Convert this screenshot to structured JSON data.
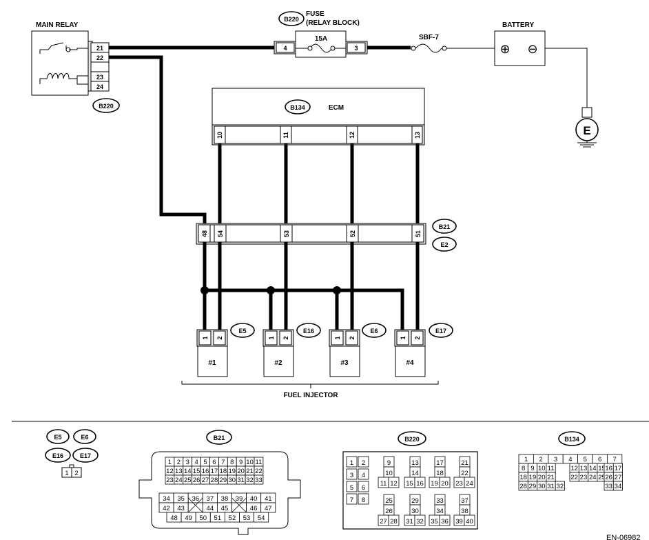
{
  "main_relay": {
    "title": "MAIN RELAY",
    "pins": [
      "21",
      "22",
      "23",
      "24"
    ],
    "connector": "B220"
  },
  "fuse": {
    "connector": "B220",
    "title_line1": "FUSE",
    "title_line2": "(RELAY BLOCK)",
    "rating": "15A",
    "pin_in": "4",
    "pin_out": "3"
  },
  "sbf": {
    "label": "SBF-7"
  },
  "battery": {
    "title": "BATTERY",
    "plus": "⊕",
    "minus": "⊖"
  },
  "ground": {
    "label": "E"
  },
  "ecm": {
    "connector": "B134",
    "title": "ECM",
    "pins": [
      "10",
      "11",
      "12",
      "13"
    ]
  },
  "harness": {
    "connector_top": "B21",
    "connector_bottom": "E2",
    "pins": [
      "48",
      "54",
      "53",
      "52",
      "51"
    ]
  },
  "injectors": {
    "group_label": "FUEL INJECTOR",
    "items": [
      {
        "name": "#1",
        "connector": "E5",
        "pin1": "1",
        "pin2": "2"
      },
      {
        "name": "#2",
        "connector": "E16",
        "pin1": "1",
        "pin2": "2"
      },
      {
        "name": "#3",
        "connector": "E6",
        "pin1": "1",
        "pin2": "2"
      },
      {
        "name": "#4",
        "connector": "E17",
        "pin1": "1",
        "pin2": "2"
      }
    ]
  },
  "legend": {
    "injector_connectors": [
      "E5",
      "E6",
      "E16",
      "E17"
    ],
    "injector_pins": [
      "1",
      "2"
    ],
    "b21": {
      "label": "B21",
      "rows": [
        [
          "1",
          "2",
          "3",
          "4",
          "5",
          "6",
          "7",
          "8",
          "9",
          "10",
          "11"
        ],
        [
          "12",
          "13",
          "14",
          "15",
          "16",
          "17",
          "18",
          "19",
          "20",
          "21",
          "22"
        ],
        [
          "23",
          "24",
          "25",
          "26",
          "27",
          "28",
          "29",
          "30",
          "31",
          "32",
          "33"
        ]
      ],
      "row4": [
        "34",
        "35",
        "36",
        "37",
        "38",
        "39",
        "40",
        "41"
      ],
      "row5": [
        "42",
        "43",
        "44",
        "45",
        "46",
        "47"
      ],
      "row6": [
        "48",
        "49",
        "50",
        "51",
        "52",
        "53",
        "54"
      ]
    },
    "b220": {
      "label": "B220",
      "cells": [
        "1",
        "2",
        "3",
        "4",
        "5",
        "6",
        "7",
        "8",
        "9",
        "10",
        "11",
        "12",
        "13",
        "14",
        "15",
        "16",
        "17",
        "18",
        "19",
        "20",
        "21",
        "22",
        "23",
        "24",
        "25",
        "26",
        "27",
        "28",
        "29",
        "30",
        "31",
        "32",
        "33",
        "34",
        "35",
        "36",
        "37",
        "38",
        "39",
        "40"
      ]
    },
    "b134": {
      "label": "B134",
      "rows": [
        [
          "1",
          "2",
          "3",
          "4",
          "5",
          "6",
          "7"
        ],
        [
          "8",
          "9",
          "10",
          "11",
          "12",
          "13",
          "14",
          "15",
          "16",
          "17"
        ],
        [
          "18",
          "19",
          "20",
          "21",
          "22",
          "23",
          "24",
          "25",
          "26",
          "27"
        ],
        [
          "28",
          "29",
          "30",
          "31",
          "32",
          "33",
          "34"
        ]
      ]
    }
  },
  "footer": {
    "code": "EN-06982"
  }
}
